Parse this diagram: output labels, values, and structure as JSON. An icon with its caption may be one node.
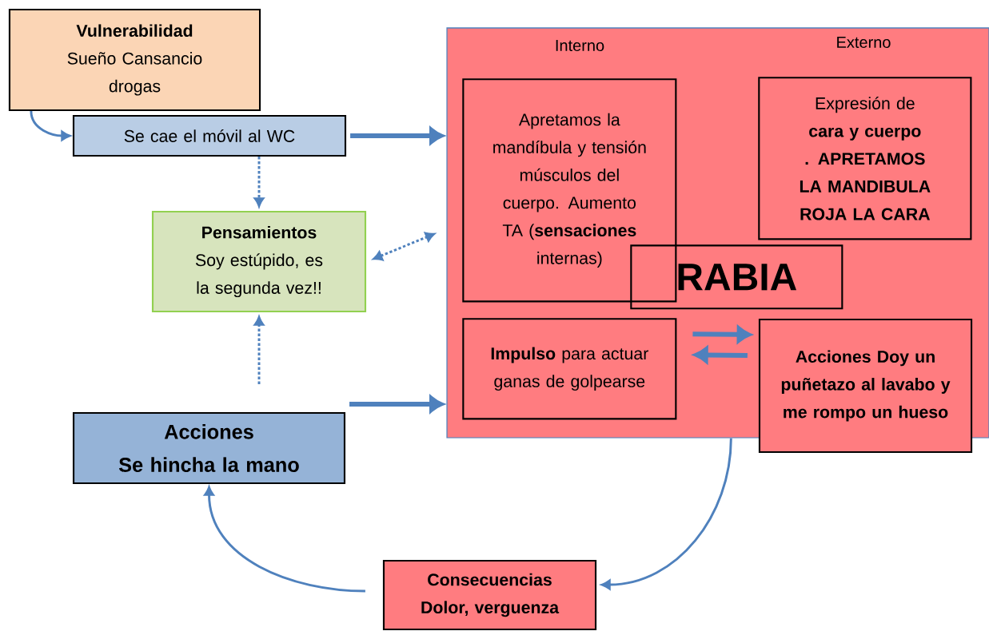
{
  "diagram": {
    "nodes": [
      {
        "text": [
          "Vulnerabilidad",
          "Sueño Cansancio drogas"
        ]
      },
      {
        "text": [
          "Se cae el móvil al WC"
        ]
      },
      {
        "text": [
          "Pensamientos",
          "Soy estúpido, es la segunda vez!!"
        ]
      },
      {
        "text": [
          "Acciones",
          "Se hincha la mano"
        ]
      },
      {
        "text": [
          "Interno",
          "Externo"
        ]
      },
      {
        "text": [
          "Apretamos la mandíbula y tensión músculos del cuerpo. Aumento TA (**sensaciones** internas)"
        ],
        "in": 4
      },
      {
        "text": [
          "Expresión de **cara y cuerpo . APRETAMOS LA MANDIBULA ROJA LA CARA**"
        ],
        "in": 4
      },
      {
        "text": [
          "RABIA"
        ],
        "in": 4
      },
      {
        "text": [
          "**Impulso** para actuar ganas de golpearse"
        ],
        "in": 4
      },
      {
        "text": [
          "Acciones Doy un puñetazo al lavabo y me rompo un hueso"
        ]
      },
      {
        "text": [
          "Consecuencias",
          "Dolor, verguenza"
        ]
      }
    ],
    "edges": [
      {
        "from": 0,
        "to": 1,
        "arrow": "to"
      },
      {
        "from": 1,
        "to": 4,
        "arrow": "to",
        "style": "thick"
      },
      {
        "from": 1,
        "to": 2,
        "arrow": "to",
        "style": "dashed"
      },
      {
        "from": 2,
        "to": 4,
        "arrow": "both",
        "style": "dashed"
      },
      {
        "from": 3,
        "to": 2,
        "arrow": "to",
        "style": "dashed"
      },
      {
        "from": 3,
        "to": 4,
        "arrow": "to",
        "style": "thick"
      },
      {
        "from": 8,
        "to": 9,
        "arrow": "to",
        "style": "thick"
      },
      {
        "from": 9,
        "to": 8,
        "arrow": "to",
        "style": "thick"
      },
      {
        "from": 4,
        "to": 10,
        "arrow": "to"
      },
      {
        "from": 10,
        "to": 3,
        "arrow": "to"
      }
    ]
  }
}
